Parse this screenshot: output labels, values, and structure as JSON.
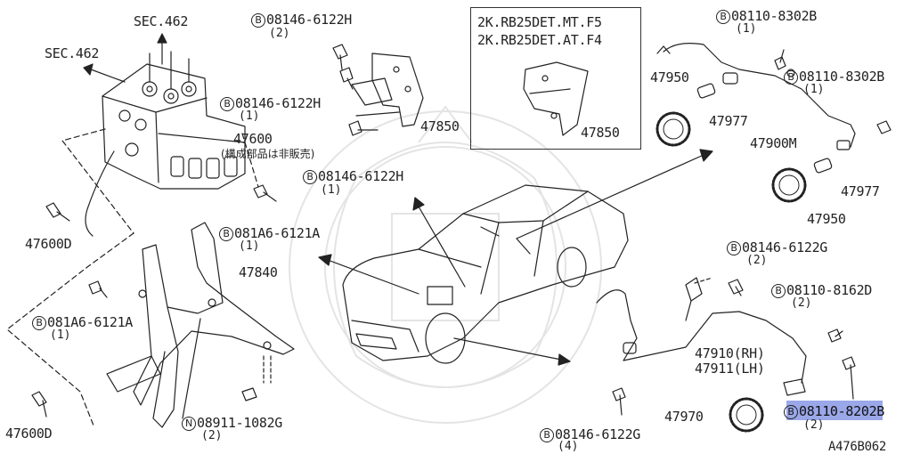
{
  "labels": {
    "sec462_top": "SEC.462",
    "sec462_left": "SEC.462",
    "p47600": "47600",
    "p47600_note": "(構成部品は非販売)",
    "p47600D_a": "47600D",
    "p47600D_b": "47600D",
    "p47840": "47840",
    "p47850_a": "47850",
    "p47850_b": "47850",
    "p47950_a": "47950",
    "p47950_b": "47950",
    "p47977_a": "47977",
    "p47977_b": "47977",
    "p47900M": "47900M",
    "p47910": "47910(RH)",
    "p47911": "47911(LH)",
    "p47970": "47970",
    "footer_code": "A476B062"
  },
  "bolts": {
    "b1": {
      "badge": "B",
      "code": "08146-6122H",
      "qty": "(2)"
    },
    "b2": {
      "badge": "B",
      "code": "08146-6122H",
      "qty": "(1)"
    },
    "b3": {
      "badge": "B",
      "code": "08146-6122H",
      "qty": "(1)"
    },
    "b4": {
      "badge": "B",
      "code": "081A6-6121A",
      "qty": "(1)"
    },
    "b5": {
      "badge": "B",
      "code": "081A6-6121A",
      "qty": "(1)"
    },
    "b6": {
      "badge": "N",
      "code": "08911-1082G",
      "qty": "(2)"
    },
    "b7": {
      "badge": "B",
      "code": "08110-8302B",
      "qty": "(1)"
    },
    "b8": {
      "badge": "B",
      "code": "08110-8302B",
      "qty": "(1)"
    },
    "b9": {
      "badge": "B",
      "code": "08146-6122G",
      "qty": "(2)"
    },
    "b10": {
      "badge": "B",
      "code": "08110-8162D",
      "qty": "(2)"
    },
    "b11": {
      "badge": "B",
      "code": "08146-6122G",
      "qty": "(4)"
    },
    "b12": {
      "badge": "B",
      "code_highlighted": "08110-820",
      "code_rest": "2B",
      "qty": "(2)"
    }
  },
  "inset": {
    "line1": "2K.RB25DET.MT.F5",
    "line2": "2K.RB25DET.AT.F4"
  },
  "colors": {
    "highlight": "#8f9de6",
    "ink": "#222222"
  }
}
